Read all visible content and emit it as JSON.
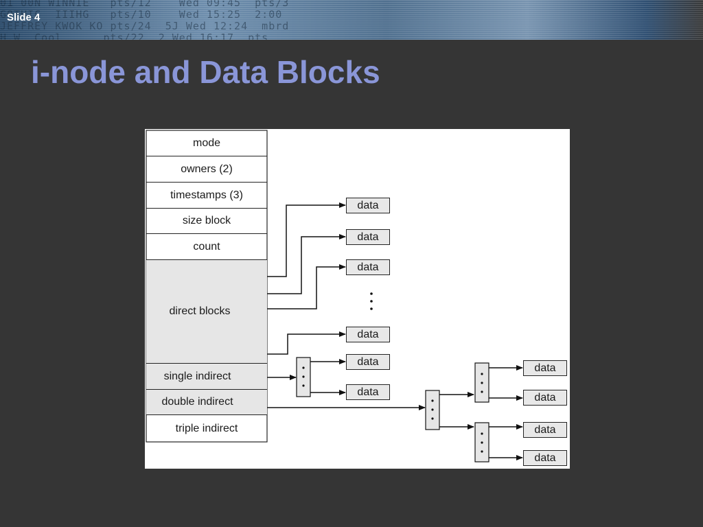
{
  "slide": {
    "number": "Slide 4",
    "title": "i-node and Data Blocks"
  },
  "inode": {
    "fields": [
      "mode",
      "owners (2)",
      "timestamps (3)",
      "size block",
      "count",
      "direct blocks",
      "single indirect",
      "double indirect",
      "triple indirect"
    ]
  },
  "data_block_label": "data",
  "colors": {
    "background": "#353535",
    "title": "#8a96d8",
    "shaded_field": "#e6e6e6"
  }
}
